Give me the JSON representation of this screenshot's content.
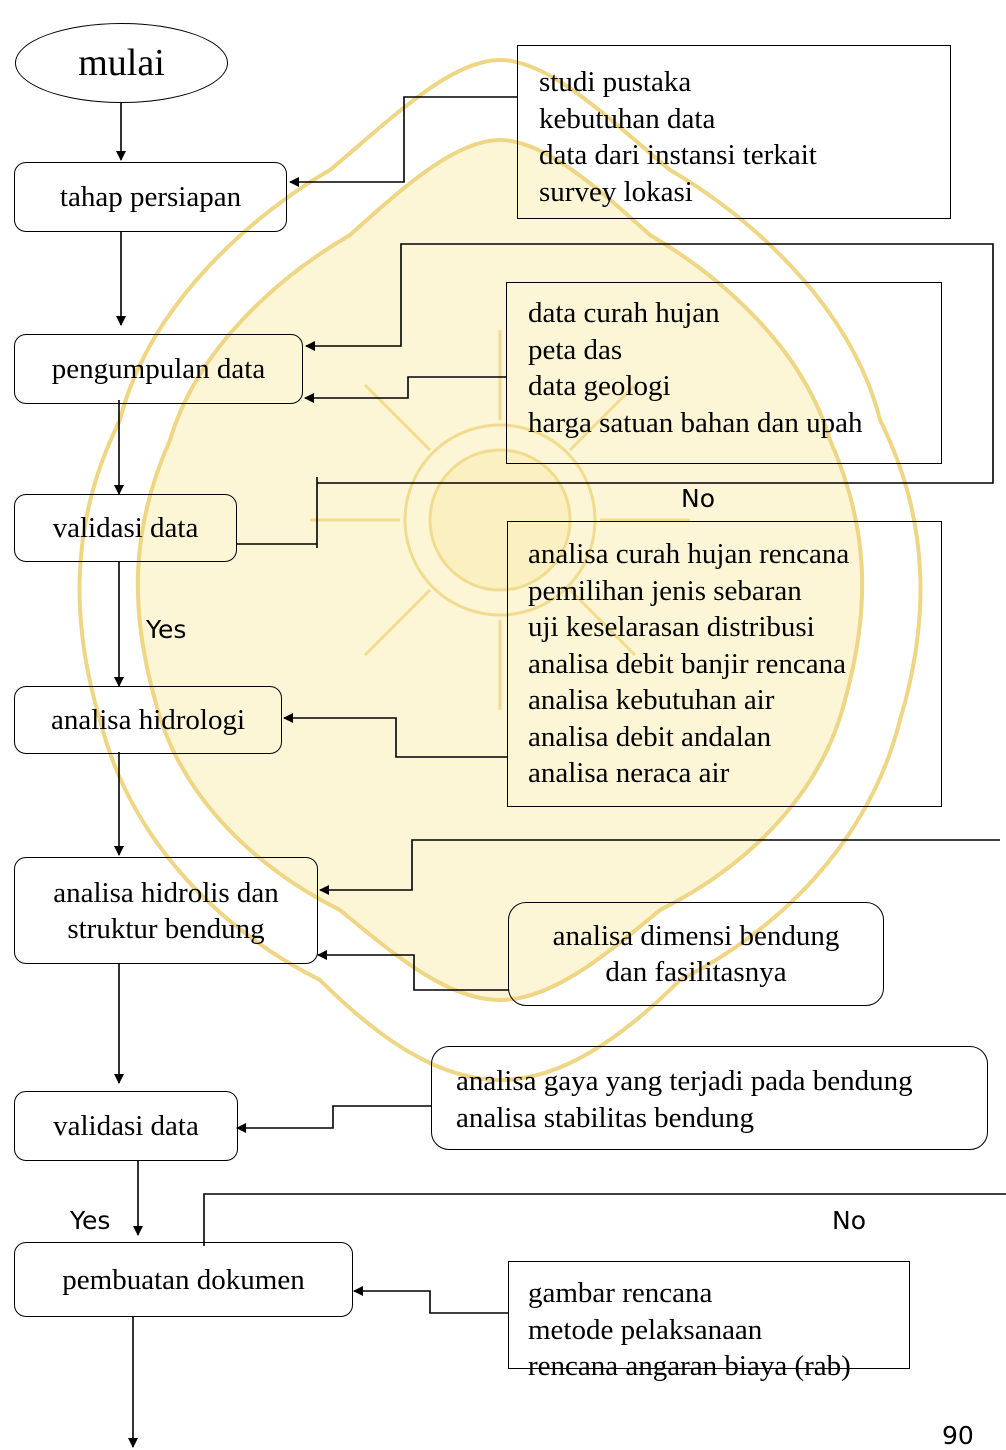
{
  "colors": {
    "watermark_fill": "#f9efb9",
    "watermark_stroke": "#efd684",
    "line": "#000000"
  },
  "watermark_icon": "university-seal-watermark",
  "start": {
    "label": "mulai"
  },
  "steps": {
    "tahap_persiapan": "tahap persiapan",
    "pengumpulan_data": "pengumpulan data",
    "validasi_data_1": "validasi data",
    "analisa_hidrologi": "analisa hidrologi",
    "analisa_hidrolis": [
      "analisa hidrolis dan",
      "struktur bendung"
    ],
    "validasi_data_2": "validasi data",
    "pembuatan_dokumen": "pembuatan dokumen"
  },
  "notes": {
    "persiapan": [
      "studi pustaka",
      "kebutuhan data",
      "data dari instansi terkait",
      "survey lokasi"
    ],
    "pengumpulan": [
      "data curah hujan",
      "peta das",
      "data geologi",
      "harga satuan bahan dan upah"
    ],
    "hidrologi": [
      "analisa curah hujan rencana",
      "pemilihan jenis sebaran",
      "uji keselarasan distribusi",
      "analisa debit banjir rencana",
      "analisa kebutuhan air",
      "analisa debit andalan",
      "analisa neraca air"
    ],
    "dimensi": [
      "analisa dimensi bendung",
      "dan fasilitasnya"
    ],
    "stabilitas": [
      "analisa gaya yang terjadi pada bendung",
      "analisa stabilitas bendung"
    ],
    "dokumen": [
      "gambar rencana",
      "metode pelaksanaan",
      "rencana angaran biaya (rab)"
    ]
  },
  "labels": {
    "no_1": "No",
    "yes_1": "Yes",
    "yes_2": "Yes",
    "no_2": "No"
  },
  "page_number": "90"
}
